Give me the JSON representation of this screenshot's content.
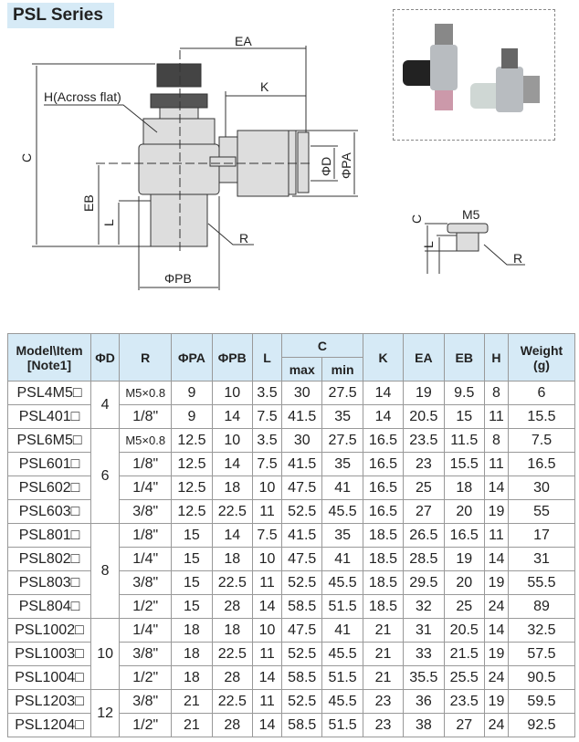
{
  "title": "PSL Series",
  "drawing": {
    "labels": {
      "ea": "EA",
      "k": "K",
      "h": "H(Across flat)",
      "c": "C",
      "eb": "EB",
      "l": "L",
      "r": "R",
      "pb": "ΦPB",
      "d": "ΦD",
      "pa": "ΦPA"
    }
  },
  "m5_drawing": {
    "labels": {
      "c": "C",
      "l": "L",
      "m5": "M5",
      "r": "R"
    }
  },
  "table": {
    "headers": {
      "model": "Model\\Item",
      "note": "[Note1]",
      "d": "ΦD",
      "r": "R",
      "pa": "ΦPA",
      "pb": "ΦPB",
      "l": "L",
      "c": "C",
      "cmax": "max",
      "cmin": "min",
      "k": "K",
      "ea": "EA",
      "eb": "EB",
      "h": "H",
      "weight": "Weight",
      "weight_unit": "(g)"
    },
    "groups": [
      {
        "d": "4",
        "rows": [
          [
            "PSL4M5□",
            "M5×0.8",
            "9",
            "10",
            "3.5",
            "30",
            "27.5",
            "14",
            "19",
            "9.5",
            "8",
            "6"
          ],
          [
            "PSL401□",
            "1/8\"",
            "9",
            "14",
            "7.5",
            "41.5",
            "35",
            "14",
            "20.5",
            "15",
            "11",
            "15.5"
          ]
        ]
      },
      {
        "d": "6",
        "rows": [
          [
            "PSL6M5□",
            "M5×0.8",
            "12.5",
            "10",
            "3.5",
            "30",
            "27.5",
            "16.5",
            "23.5",
            "11.5",
            "8",
            "7.5"
          ],
          [
            "PSL601□",
            "1/8\"",
            "12.5",
            "14",
            "7.5",
            "41.5",
            "35",
            "16.5",
            "23",
            "15.5",
            "11",
            "16.5"
          ],
          [
            "PSL602□",
            "1/4\"",
            "12.5",
            "18",
            "10",
            "47.5",
            "41",
            "16.5",
            "25",
            "18",
            "14",
            "30"
          ],
          [
            "PSL603□",
            "3/8\"",
            "12.5",
            "22.5",
            "11",
            "52.5",
            "45.5",
            "16.5",
            "27",
            "20",
            "19",
            "55"
          ]
        ]
      },
      {
        "d": "8",
        "rows": [
          [
            "PSL801□",
            "1/8\"",
            "15",
            "14",
            "7.5",
            "41.5",
            "35",
            "18.5",
            "26.5",
            "16.5",
            "11",
            "17"
          ],
          [
            "PSL802□",
            "1/4\"",
            "15",
            "18",
            "10",
            "47.5",
            "41",
            "18.5",
            "28.5",
            "19",
            "14",
            "31"
          ],
          [
            "PSL803□",
            "3/8\"",
            "15",
            "22.5",
            "11",
            "52.5",
            "45.5",
            "18.5",
            "29.5",
            "20",
            "19",
            "55.5"
          ],
          [
            "PSL804□",
            "1/2\"",
            "15",
            "28",
            "14",
            "58.5",
            "51.5",
            "18.5",
            "32",
            "25",
            "24",
            "89"
          ]
        ]
      },
      {
        "d": "10",
        "rows": [
          [
            "PSL1002□",
            "1/4\"",
            "18",
            "18",
            "10",
            "47.5",
            "41",
            "21",
            "31",
            "20.5",
            "14",
            "32.5"
          ],
          [
            "PSL1003□",
            "3/8\"",
            "18",
            "22.5",
            "11",
            "52.5",
            "45.5",
            "21",
            "33",
            "21.5",
            "19",
            "57.5"
          ],
          [
            "PSL1004□",
            "1/2\"",
            "18",
            "28",
            "14",
            "58.5",
            "51.5",
            "21",
            "35.5",
            "25.5",
            "24",
            "90.5"
          ]
        ]
      },
      {
        "d": "12",
        "rows": [
          [
            "PSL1203□",
            "3/8\"",
            "21",
            "22.5",
            "11",
            "52.5",
            "45.5",
            "23",
            "36",
            "23.5",
            "19",
            "59.5"
          ],
          [
            "PSL1204□",
            "1/2\"",
            "21",
            "28",
            "14",
            "58.5",
            "51.5",
            "23",
            "38",
            "27",
            "24",
            "92.5"
          ]
        ]
      }
    ]
  }
}
